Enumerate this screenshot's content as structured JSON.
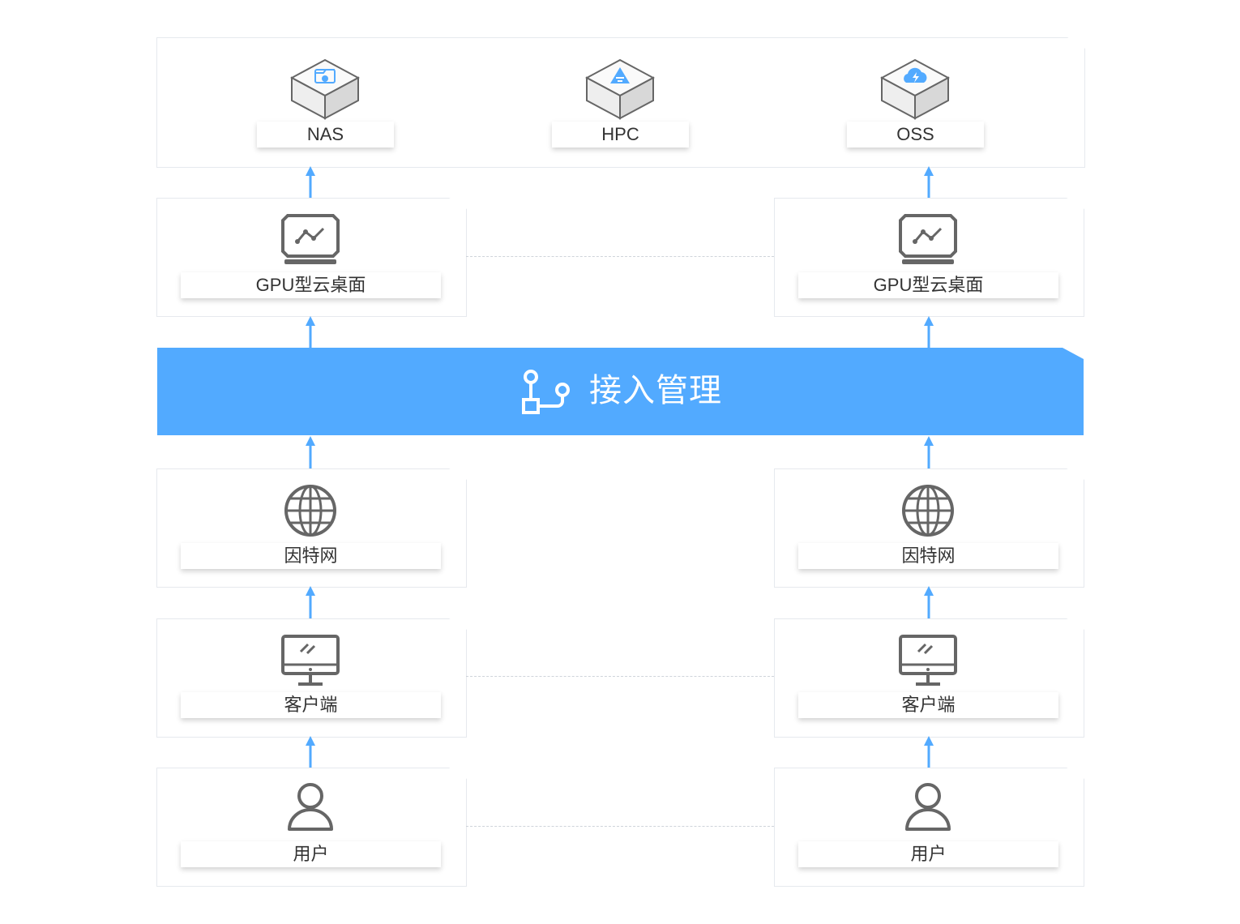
{
  "top_services": [
    {
      "label": "NAS",
      "icon": "nas-cube-icon"
    },
    {
      "label": "HPC",
      "icon": "hpc-cube-icon"
    },
    {
      "label": "OSS",
      "icon": "oss-cube-icon"
    }
  ],
  "access_management": {
    "label": "接入管理",
    "icon": "connection-flow-icon"
  },
  "columns": [
    {
      "gpu_desktop": "GPU型云桌面",
      "internet": "因特网",
      "client": "客户端",
      "user": "用户"
    },
    {
      "gpu_desktop": "GPU型云桌面",
      "internet": "因特网",
      "client": "客户端",
      "user": "用户"
    }
  ],
  "colors": {
    "accent": "#52aaff",
    "icon_gray": "#666666",
    "panel_border": "#e6e9ee"
  }
}
